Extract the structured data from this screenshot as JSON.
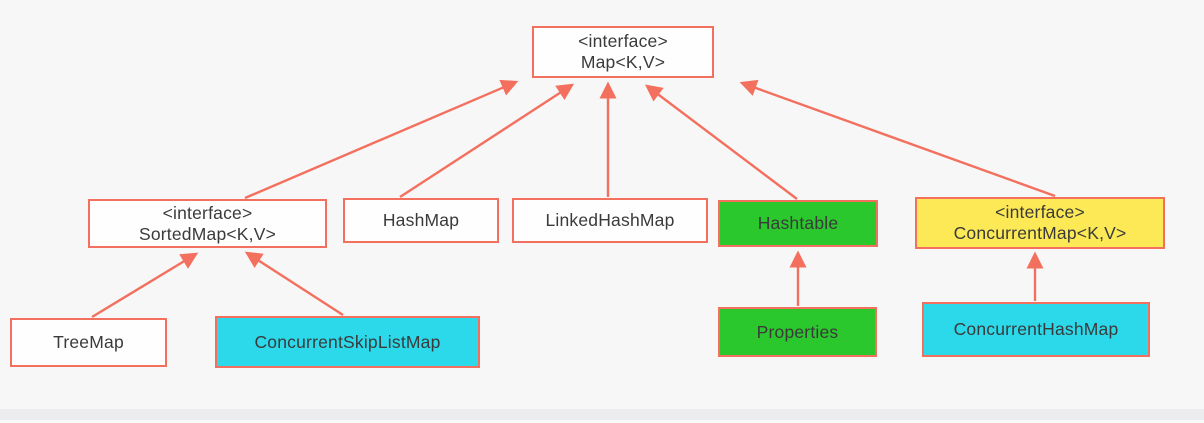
{
  "diagram_type": "uml-class-hierarchy",
  "colors": {
    "accent": "#f4705e",
    "text": "#3a3a3a",
    "background": "#f7f7f8",
    "white": "#fefefe",
    "green": "#2ac82c",
    "cyan": "#2bd9ea",
    "yellow": "#fce955"
  },
  "nodes": {
    "map": {
      "line1": "<interface>",
      "line2": "Map<K,V>",
      "fill": "white"
    },
    "sortedmap": {
      "line1": "<interface>",
      "line2": "SortedMap<K,V>",
      "fill": "white"
    },
    "hashmap": {
      "line1": "HashMap",
      "fill": "white"
    },
    "linkedhashmap": {
      "line1": "LinkedHashMap",
      "fill": "white"
    },
    "hashtable": {
      "line1": "Hashtable",
      "fill": "green"
    },
    "concurrentmap": {
      "line1": "<interface>",
      "line2": "ConcurrentMap<K,V>",
      "fill": "yellow"
    },
    "treemap": {
      "line1": "TreeMap",
      "fill": "white"
    },
    "concurrentskiplistmap": {
      "line1": "ConcurrentSkipListMap",
      "fill": "cyan"
    },
    "properties": {
      "line1": "Properties",
      "fill": "green"
    },
    "concurrenthashmap": {
      "line1": "ConcurrentHashMap",
      "fill": "cyan"
    }
  },
  "edges": [
    {
      "from": "SortedMap<K,V>",
      "to": "Map<K,V>"
    },
    {
      "from": "HashMap",
      "to": "Map<K,V>"
    },
    {
      "from": "LinkedHashMap",
      "to": "Map<K,V>"
    },
    {
      "from": "Hashtable",
      "to": "Map<K,V>"
    },
    {
      "from": "ConcurrentMap<K,V>",
      "to": "Map<K,V>"
    },
    {
      "from": "TreeMap",
      "to": "SortedMap<K,V>"
    },
    {
      "from": "ConcurrentSkipListMap",
      "to": "SortedMap<K,V>"
    },
    {
      "from": "Properties",
      "to": "Hashtable"
    },
    {
      "from": "ConcurrentHashMap",
      "to": "ConcurrentMap<K,V>"
    }
  ]
}
